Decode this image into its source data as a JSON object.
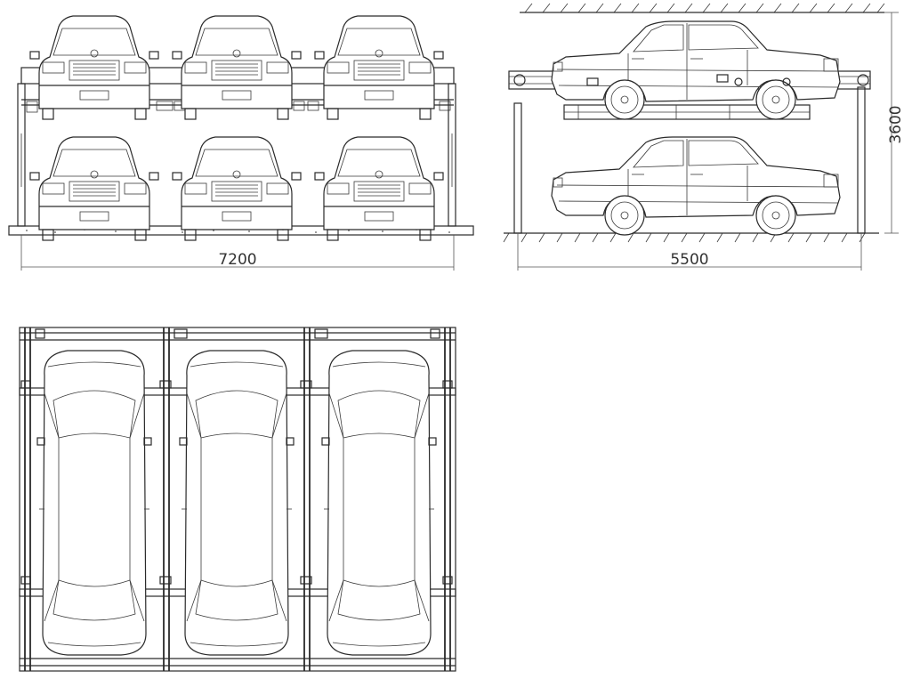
{
  "dimensions": {
    "front_width": "7200",
    "side_length": "5500",
    "side_height": "3600"
  },
  "colors": {
    "line": "#2a2a2a",
    "background": "#ffffff"
  }
}
